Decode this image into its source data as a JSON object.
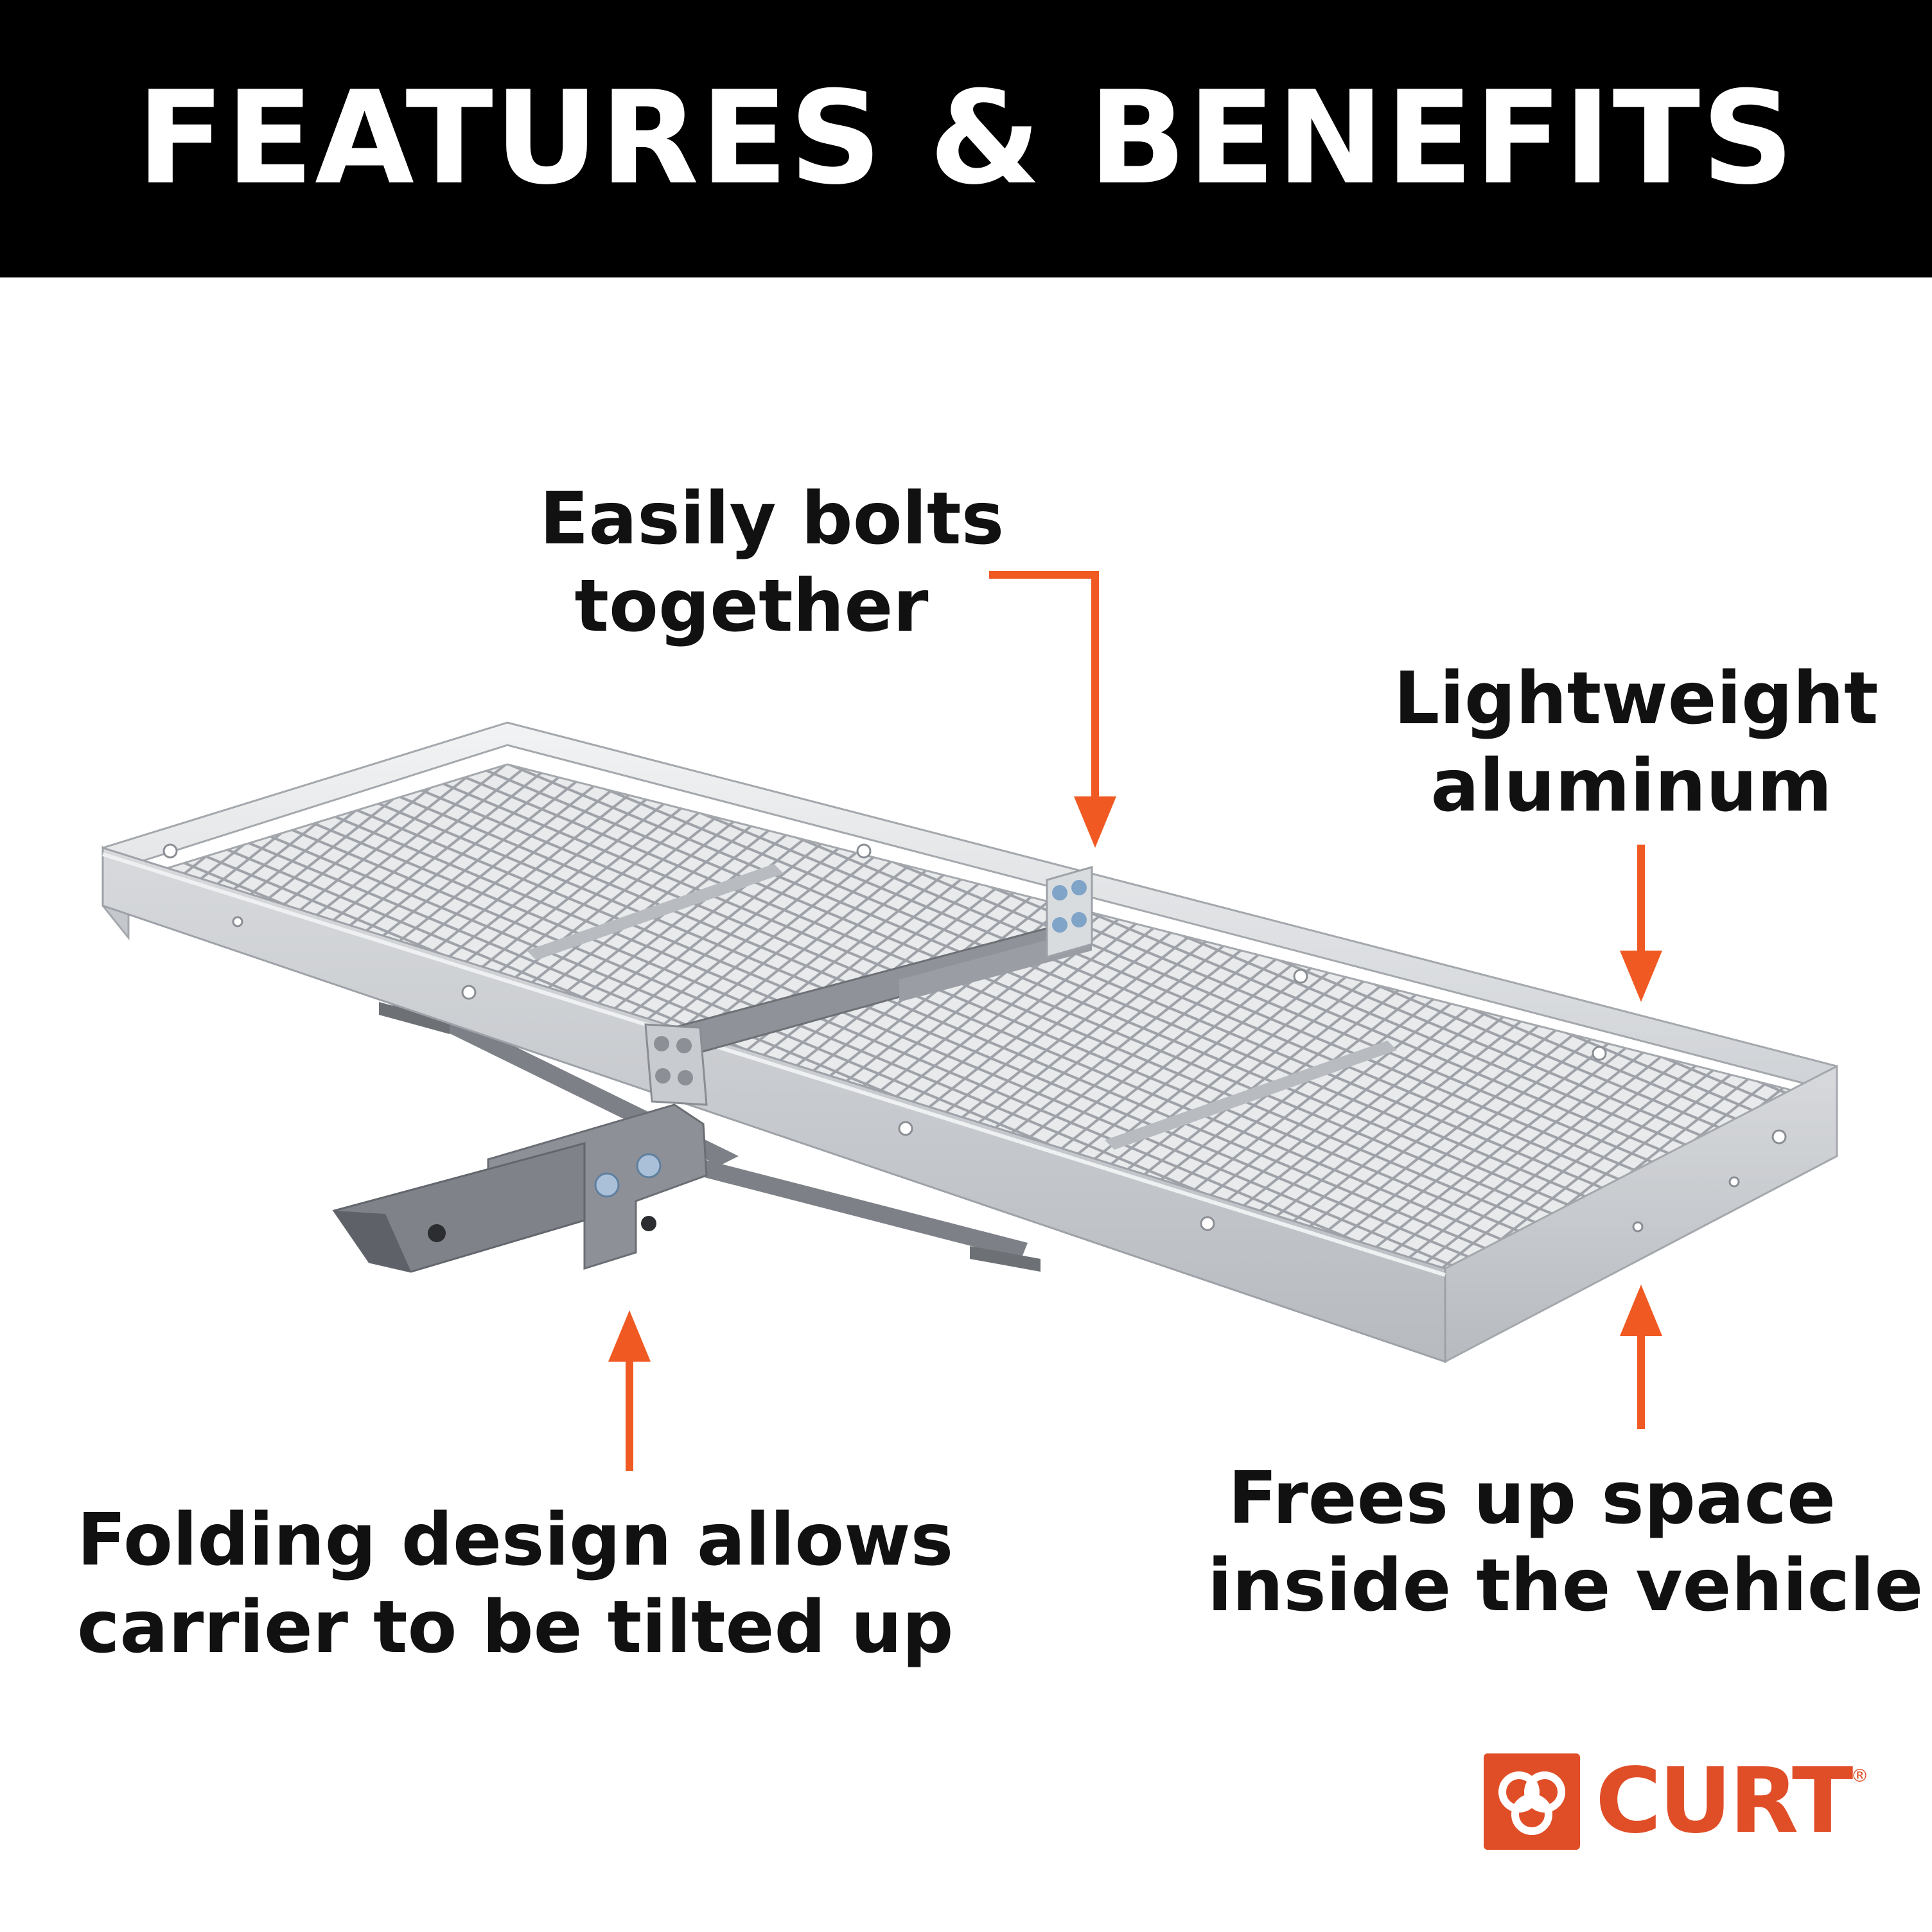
{
  "header": {
    "title": "FEATURES & BENEFITS"
  },
  "callouts": {
    "bolts": {
      "line1": "Easily bolts",
      "line2": "together"
    },
    "light": {
      "line1": "Lightweight",
      "line2": "aluminum"
    },
    "fold": {
      "line1": "Folding design allows",
      "line2": "carrier to be tilted up"
    },
    "frees": {
      "line1": "Frees up space",
      "line2": "inside the vehicle"
    }
  },
  "brand": {
    "name": "CURT",
    "mark": "®",
    "color": "#e04e28"
  },
  "colors": {
    "arrow": "#f05a22",
    "header_bg": "#000000",
    "header_text": "#ffffff"
  }
}
